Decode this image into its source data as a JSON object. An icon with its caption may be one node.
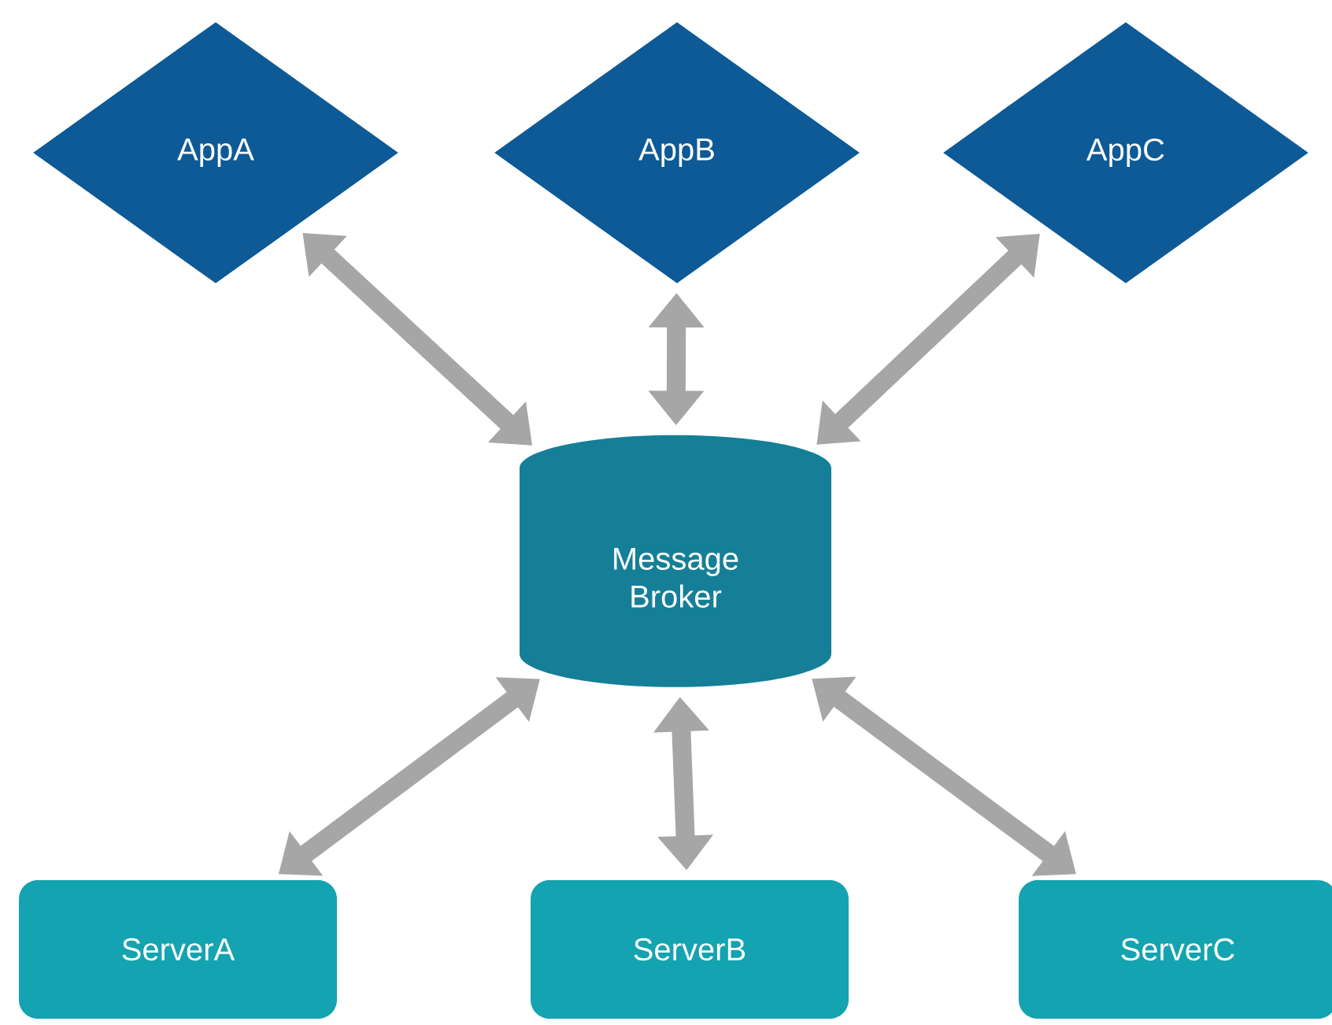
{
  "diagram": {
    "nodes": [
      {
        "text": [
          "AppA"
        ]
      },
      {
        "text": [
          "AppB"
        ]
      },
      {
        "text": [
          "AppC"
        ]
      },
      {
        "text": [
          "Message Broker"
        ]
      },
      {
        "text": [
          "ServerA"
        ]
      },
      {
        "text": [
          "ServerB"
        ]
      },
      {
        "text": [
          "ServerC"
        ]
      }
    ],
    "edges": [
      {
        "from": 3,
        "to": 0,
        "arrow": "both"
      },
      {
        "from": 3,
        "to": 1,
        "arrow": "both"
      },
      {
        "from": 3,
        "to": 2,
        "arrow": "both"
      },
      {
        "from": 3,
        "to": 4,
        "arrow": "both"
      },
      {
        "from": 3,
        "to": 5,
        "arrow": "both"
      },
      {
        "from": 3,
        "to": 6,
        "arrow": "both"
      }
    ]
  }
}
